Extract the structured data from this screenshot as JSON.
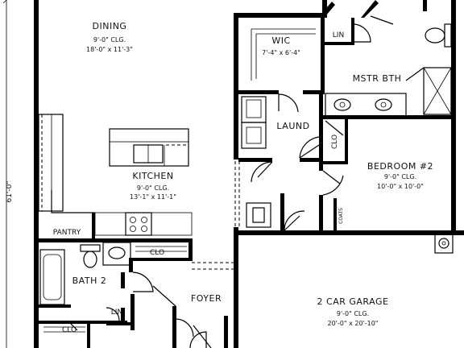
{
  "dimension": "61'-0\"",
  "rooms": {
    "dining": {
      "name": "DINING",
      "clg": "9'-0\" CLG.",
      "size": "18'-0\" x 11'-3\""
    },
    "wic": {
      "name": "WIC",
      "size": "7'-4\" x 6'-4\""
    },
    "lin_top": {
      "name": "LIN"
    },
    "mstr_bth": {
      "name": "MSTR BTH"
    },
    "laund": {
      "name": "LAUND"
    },
    "clo_bed": {
      "name": "CLO"
    },
    "bedroom2": {
      "name": "BEDROOM #2",
      "clg": "9'-0\" CLG.",
      "size": "10'-0\" x 10'-0\""
    },
    "kitchen": {
      "name": "KITCHEN",
      "clg": "9'-0\" CLG.",
      "size": "13'-1\" x 11'-1\""
    },
    "pantry": {
      "name": "PANTRY"
    },
    "coats": {
      "name": "COATS"
    },
    "clo_mid": {
      "name": "CLO"
    },
    "bath2": {
      "name": "BATH 2"
    },
    "foyer": {
      "name": "FOYER"
    },
    "lin_bottom": {
      "name": "LIN"
    },
    "clo_bottom": {
      "name": "CLO"
    },
    "garage": {
      "name": "2 CAR GARAGE",
      "clg": "9'-0\" CLG.",
      "size": "20'-0\" x 20'-10\""
    }
  }
}
